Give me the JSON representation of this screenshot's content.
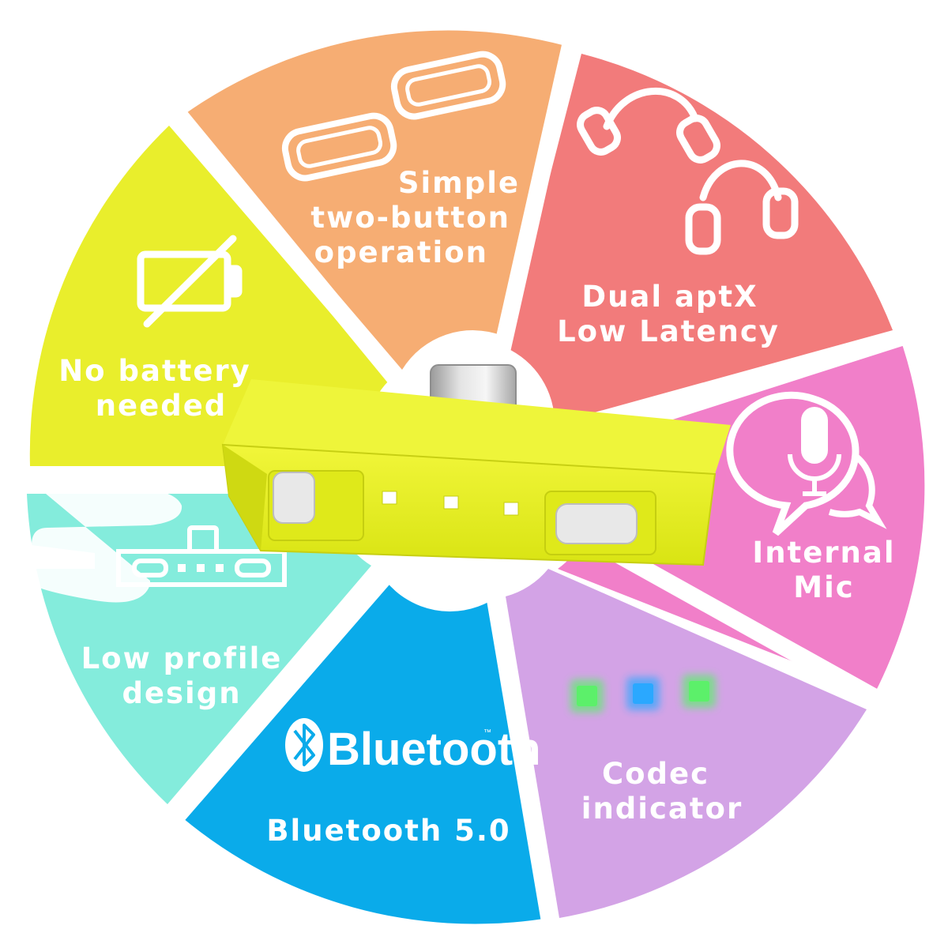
{
  "segments": [
    {
      "id": "simple-buttons",
      "lines": [
        "Simple",
        "two-button",
        "operation"
      ],
      "color": "#f6ad73",
      "icon": "buttons-icon"
    },
    {
      "id": "dual-aptx",
      "lines": [
        "Dual aptX",
        "Low Latency"
      ],
      "color": "#f27b7b",
      "icon": "headphones-icon"
    },
    {
      "id": "internal-mic",
      "lines": [
        "Internal",
        "Mic"
      ],
      "color": "#f17fc9",
      "icon": "microphone-icon"
    },
    {
      "id": "codec-indicator",
      "lines": [
        "Codec",
        "indicator"
      ],
      "color": "#d3a3e6",
      "icon": "indicator-lights-icon"
    },
    {
      "id": "bluetooth",
      "lines": [
        "Bluetooth 5.0"
      ],
      "color": "#0aabea",
      "icon": "bluetooth-logo"
    },
    {
      "id": "low-profile",
      "lines": [
        "Low profile",
        "design"
      ],
      "color": "#84ecdc",
      "icon": "low-profile-icon"
    },
    {
      "id": "no-battery",
      "lines": [
        "No battery",
        "needed"
      ],
      "color": "#e9ee2c",
      "icon": "no-battery-icon"
    }
  ],
  "bluetooth_logo": {
    "word": "Bluetooth",
    "tm": "™"
  },
  "indicator_colors": [
    "#5cf06a",
    "#2aa8ff",
    "#5cf06a"
  ],
  "device": {
    "body_color": "#e4ee1c",
    "connector": "usb-c"
  }
}
